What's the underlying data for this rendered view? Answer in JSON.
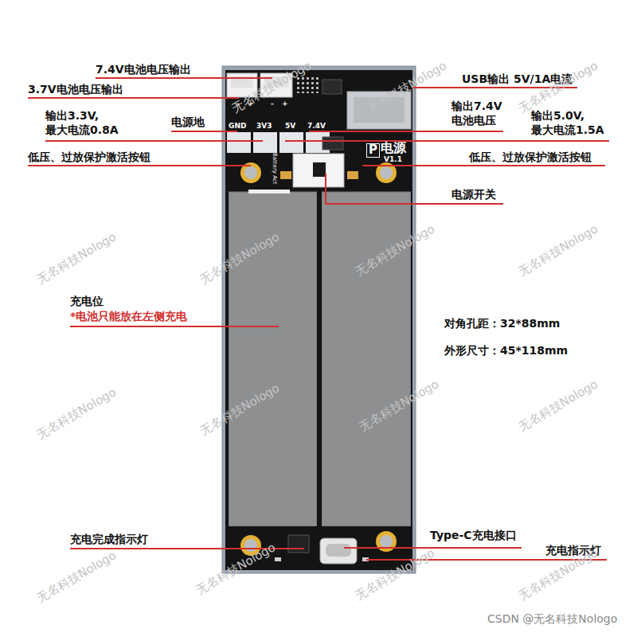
{
  "diagram": {
    "labels": [
      "7.4V电池电压输出",
      "3.7V电池电压输出",
      "输出3.3V, 最大电流0.8A",
      "电源地",
      "低压、过放保护激活按钮",
      "USB输出 5V/1A电流",
      "输出7.4V 电池电压",
      "输出5.0V, 最大电流1.5A",
      "低压、过放保护激活按钮",
      "电源开关",
      "充电位",
      "*电池只能放在左侧充电",
      "对角孔距：32*88mm",
      "外形尺寸：45*118mm",
      "充电完成指示灯",
      "Type-C充电接口",
      "充电指示灯",
      "GND",
      "3V3",
      "5V",
      "7.4V",
      "P",
      "电源",
      "V1.1",
      "-",
      "+",
      "-",
      "+",
      "Battery Act",
      "无名科技Nologo",
      "无名科技Nologo",
      "无名科技Nologo",
      "无名科技Nologo",
      "无名科技Nologo",
      "无名科技Nologo",
      "无名科技Nologo",
      "无名科技Nologo",
      "无名科技Nologo",
      "无名科技Nologo",
      "无名科技Nologo",
      "无名科技Nologo",
      "无名科技Nologo",
      "无名科技Nologo",
      "无名科技Nologo",
      "CSDN @无名科技Nologo"
    ]
  }
}
